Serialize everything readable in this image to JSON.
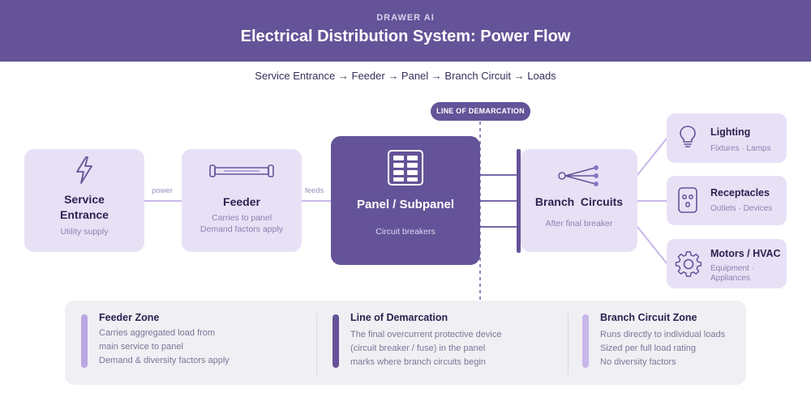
{
  "header": {
    "brand": "DRAWER AI",
    "title": "Electrical Distribution System: Power Flow"
  },
  "flow": "Service Entrance → Feeder → Panel → Branch Circuit → Loads",
  "demarcation_pill": "LINE OF DEMARCATION",
  "links": {
    "power": "power",
    "feeds": "feeds"
  },
  "service": {
    "name_line1": "Service",
    "name_line2": "Entrance",
    "sub": "Utility supply",
    "icon": "lightning-icon"
  },
  "feeder": {
    "name": "Feeder",
    "sub1": "Carries to panel",
    "sub2": "Demand factors apply",
    "icon": "fuse-icon"
  },
  "panel": {
    "name": "Panel / Subpanel",
    "sub": "Circuit breakers",
    "icon": "breaker-panel-icon"
  },
  "branch": {
    "name": "Branch  Circuits",
    "sub": "After final breaker",
    "icon": "branch-split-icon"
  },
  "loads": [
    {
      "name": "Lighting",
      "sub1": "Fixtures · Lamps",
      "sub2": "",
      "icon": "bulb-icon"
    },
    {
      "name": "Receptacles",
      "sub1": "Outlets · Devices",
      "sub2": "",
      "icon": "outlet-icon"
    },
    {
      "name": "Motors / HVAC",
      "sub1": "Equipment ·",
      "sub2": "Appliances",
      "icon": "gear-icon"
    }
  ],
  "legend": [
    {
      "title": "Feeder Zone",
      "lines": [
        "Carries aggregated load from",
        "main service to panel",
        "Demand & diversity factors apply"
      ],
      "color": "#bba7e3"
    },
    {
      "title": "Line of Demarcation",
      "lines": [
        "The final overcurrent protective device",
        "(circuit breaker / fuse) in the panel",
        "marks where branch circuits begin"
      ],
      "color": "#645398"
    },
    {
      "title": "Branch Circuit Zone",
      "lines": [
        "Runs directly to individual loads",
        "Sized per full load rating",
        "No diversity factors"
      ],
      "color": "#c8b7ea"
    }
  ],
  "colors": {
    "header": "#645398",
    "box": "#e8e1f6",
    "line": "#c8b7ea",
    "accent": "#645398"
  }
}
